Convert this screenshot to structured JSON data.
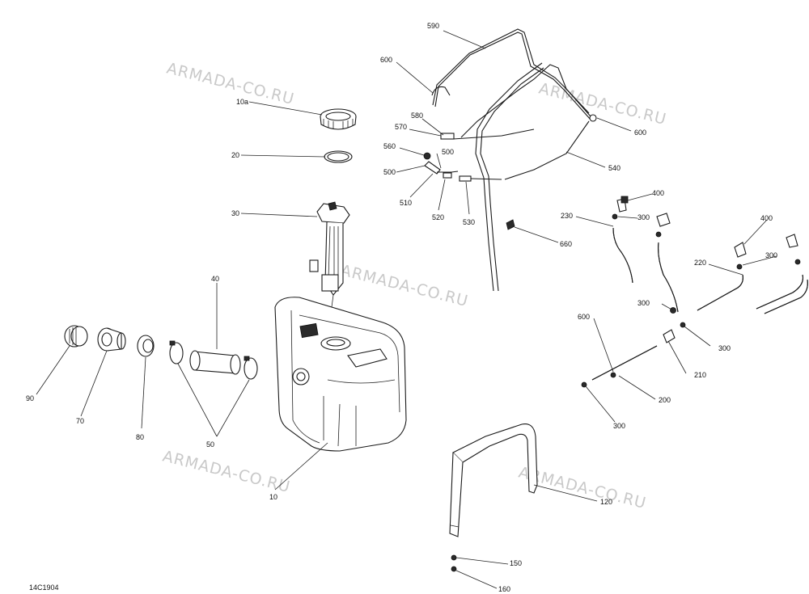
{
  "diagram": {
    "code": "14C1904",
    "watermark": "ARMADA-CO.RU",
    "callouts": {
      "p10a": "10a",
      "p20": "20",
      "p30": "30",
      "p40": "40",
      "p50": "50",
      "p70": "70",
      "p80": "80",
      "p90": "90",
      "p10": "10",
      "p590": "590",
      "p600a": "600",
      "p580": "580",
      "p570": "570",
      "p560": "560",
      "p500a": "500",
      "p500b": "500",
      "p510": "510",
      "p520": "520",
      "p530": "530",
      "p540": "540",
      "p600b": "600",
      "p660": "660",
      "p230": "230",
      "p400a": "400",
      "p300a": "300",
      "p400b": "400",
      "p300b": "300",
      "p220": "220",
      "p300c": "300",
      "p600c": "600",
      "p300d": "300",
      "p210": "210",
      "p200": "200",
      "p300e": "300",
      "p120": "120",
      "p150": "150",
      "p160": "160"
    }
  }
}
